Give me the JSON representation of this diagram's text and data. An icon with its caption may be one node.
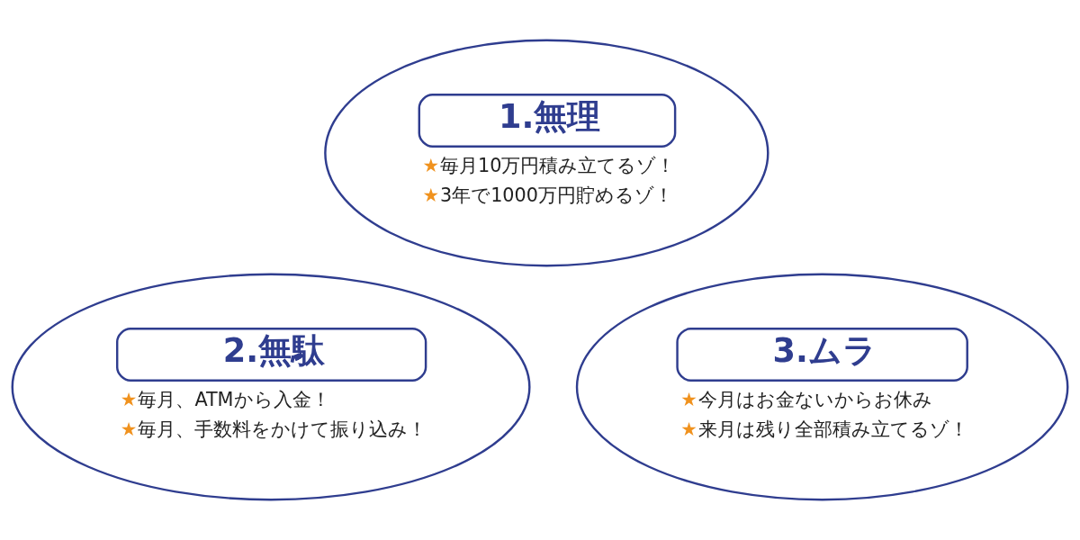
{
  "diagram": {
    "nodes": [
      {
        "text": [
          "1.無理",
          "★毎月10万円積み立てるゾ！",
          "★3年で1000万円貯めるゾ！"
        ]
      },
      {
        "text": [
          "2.無駄",
          "★毎月、ATMから入金！",
          "★毎月、手数料をかけて振り込み！"
        ]
      },
      {
        "text": [
          "3.ムラ",
          "★今月はお金ないからお休み",
          "★来月は残り全部積み立てるゾ！"
        ]
      }
    ],
    "edges": []
  }
}
